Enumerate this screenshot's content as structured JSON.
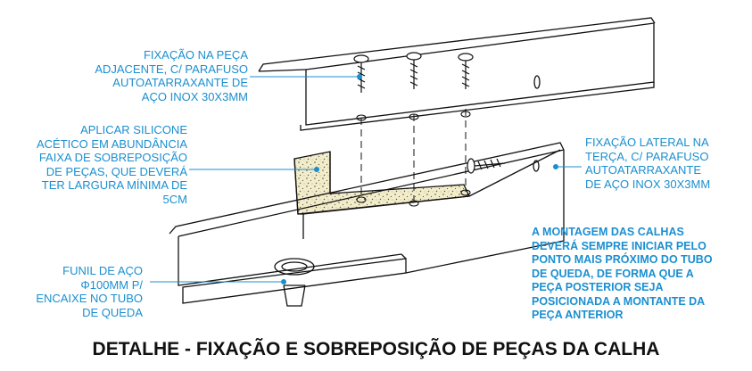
{
  "title": "DETALHE - FIXAÇÃO E SOBREPOSIÇÃO DE PEÇAS DA CALHA",
  "labels": {
    "fixacao_adjacente": [
      "FIXAÇÃO NA PEÇA",
      "ADJACENTE, C/ PARAFUSO",
      "AUTOATARRAXANTE DE",
      "AÇO INOX 30X3MM"
    ],
    "silicone": [
      "APLICAR SILICONE",
      "ACÉTICO EM ABUNDÂNCIA",
      "FAIXA DE SOBREPOSIÇÃO",
      "DE PEÇAS, QUE DEVERÁ",
      "TER LARGURA MÍNIMA DE",
      "5CM"
    ],
    "funil": [
      "FUNIL DE AÇO",
      "Φ100MM P/",
      "ENCAIXE NO TUBO",
      "DE QUEDA"
    ],
    "fixacao_lateral": [
      "FIXAÇÃO LATERAL NA",
      "TERÇA, C/ PARAFUSO",
      "AUTOATARRAXANTE",
      "DE AÇO INOX 30X3MM"
    ],
    "montagem": [
      "A MONTAGEM DAS CALHAS",
      "DEVERÁ SEMPRE INICIAR PELO",
      "PONTO MAIS PRÓXIMO DO TUBO",
      "DE QUEDA, DE FORMA QUE A",
      "PEÇA POSTERIOR SEJA",
      "POSICIONADA A MONTANTE DA",
      "PEÇA ANTERIOR"
    ]
  },
  "colors": {
    "annotation": "#1a8fd0",
    "line": "#111111",
    "sealant": "#f3ecc9"
  }
}
